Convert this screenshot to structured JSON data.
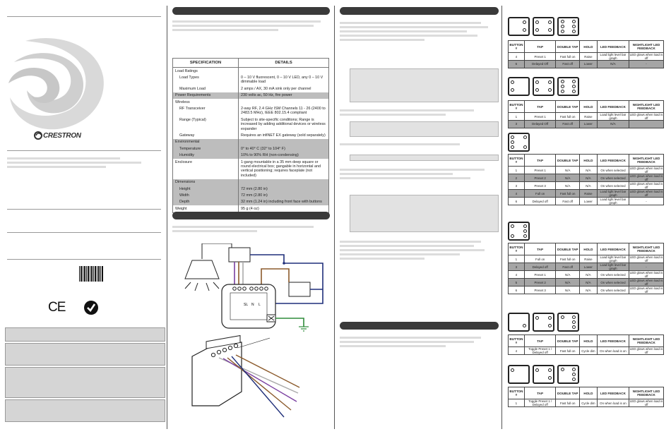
{
  "brand": {
    "name": "CRESTRON"
  },
  "certifications": {
    "ce_mark": "CE"
  },
  "spec_table": {
    "headers": [
      "SPECIFICATION",
      "DETAILS"
    ],
    "rows": [
      {
        "spec": "Load Ratings",
        "details": "",
        "shaded": false,
        "indent": false
      },
      {
        "spec": "Load Types",
        "details": "0 – 10 V fluorescent, 0 – 10 V LED, any 0 – 10 V dimmable load",
        "shaded": false,
        "indent": true
      },
      {
        "spec": "Maximum Load",
        "details": "2 amps / AX, 30 mA sink only per channel",
        "shaded": false,
        "indent": true
      },
      {
        "spec": "Power Requirements",
        "details": "230 volts ac, 50 Hz, fire power",
        "shaded": true,
        "indent": false
      },
      {
        "spec": "Wireless",
        "details": "",
        "shaded": false,
        "indent": false
      },
      {
        "spec": "RF Transceiver",
        "details": "2-way RF, 2.4 GHz ISM Channels 11 - 26 (2400 to 2483.5 MHz), IEEE 802.15.4 compliant",
        "shaded": false,
        "indent": true
      },
      {
        "spec": "Range (Typical)",
        "details": "Subject to site-specific conditions; Range is increased by adding additional devices or wireless expander",
        "shaded": false,
        "indent": true
      },
      {
        "spec": "Gateway",
        "details": "Requires an infiNET EX gateway (sold separately)",
        "shaded": false,
        "indent": true
      },
      {
        "spec": "Environmental",
        "details": "",
        "shaded": true,
        "indent": false
      },
      {
        "spec": "Temperature",
        "details": "0° to 40° C (32° to 104° F)",
        "shaded": true,
        "indent": true
      },
      {
        "spec": "Humidity",
        "details": "10% to 90% RH (non-condensing)",
        "shaded": true,
        "indent": true
      },
      {
        "spec": "Enclosure",
        "details": "1-gang mountable in a 35 mm deep square or round electrical box; gangable in horizontal and vertical positioning; requires faceplate (not included)",
        "shaded": false,
        "indent": false
      },
      {
        "spec": "Dimensions",
        "details": "",
        "shaded": true,
        "indent": false
      },
      {
        "spec": "Height",
        "details": "72 mm (2.80 in)",
        "shaded": true,
        "indent": true
      },
      {
        "spec": "Width",
        "details": "72 mm (2.80 in)",
        "shaded": true,
        "indent": true
      },
      {
        "spec": "Depth",
        "details": "32 mm (1.24 in) including front face with buttons",
        "shaded": true,
        "indent": true
      },
      {
        "spec": "Weight",
        "details": "95 g (4 oz)",
        "shaded": false,
        "indent": false
      }
    ]
  },
  "wiring": {
    "terminal_labels": [
      "SL",
      "N",
      "L"
    ]
  },
  "button_headers": [
    "BUTTON #",
    "TAP",
    "DOUBLE TAP",
    "HOLD",
    "LED FEEDBACK",
    "NIGHTLIGHT LED FEEDBACK"
  ],
  "button_tables": [
    {
      "rows": [
        {
          "cells": [
            "4",
            "Preset 1",
            "Fast full on",
            "Raise",
            "Load light level bar graph",
            "LED glows when load is off"
          ],
          "shaded": false
        },
        {
          "cells": [
            "6",
            "Delayed Off",
            "Fast off",
            "Lower",
            "N/A",
            "-"
          ],
          "shaded": true
        }
      ]
    },
    {
      "rows": [
        {
          "cells": [
            "1",
            "Preset 1",
            "Fast full on",
            "Raise",
            "Load light level bar graph",
            "LED glows when load is off"
          ],
          "shaded": false
        },
        {
          "cells": [
            "3",
            "Delayed Off",
            "Fast off",
            "Lower",
            "N/A",
            ""
          ],
          "shaded": true
        }
      ]
    },
    {
      "rows": [
        {
          "cells": [
            "1",
            "Preset 1",
            "N/A",
            "N/A",
            "On when selected",
            "LED glows when load is off"
          ],
          "shaded": false
        },
        {
          "cells": [
            "2",
            "Preset 2",
            "N/A",
            "N/A",
            "On when selected",
            "LED glows when load is off"
          ],
          "shaded": true
        },
        {
          "cells": [
            "3",
            "Preset 3",
            "N/A",
            "N/A",
            "On when selected",
            "LED glows when load is off"
          ],
          "shaded": false
        },
        {
          "cells": [
            "4",
            "Full on",
            "Fast full on",
            "Raise",
            "Load light level bar graph",
            "LED glows when load is off"
          ],
          "shaded": true
        },
        {
          "cells": [
            "6",
            "Delayed off",
            "Fast off",
            "Lower",
            "Load light level bar graph",
            "-"
          ],
          "shaded": false
        }
      ]
    },
    {
      "rows": [
        {
          "cells": [
            "1",
            "Full on",
            "Fast full on",
            "Raise",
            "Load light level bar graph",
            "LED glows when load is off"
          ],
          "shaded": false
        },
        {
          "cells": [
            "3",
            "Delayed off",
            "Fast off",
            "Lower",
            "Load light level bar graph",
            "-"
          ],
          "shaded": true
        },
        {
          "cells": [
            "4",
            "Preset 1",
            "N/A",
            "N/A",
            "On when selected",
            "LED glows when load is off"
          ],
          "shaded": false
        },
        {
          "cells": [
            "5",
            "Preset 2",
            "N/A",
            "N/A",
            "On when selected",
            "LED glows when load is off"
          ],
          "shaded": true
        },
        {
          "cells": [
            "6",
            "Preset 3",
            "N/A",
            "N/A",
            "On when selected",
            "LED glows when load is off"
          ],
          "shaded": false
        }
      ]
    },
    {
      "rows": [
        {
          "cells": [
            "4",
            "Toggle Preset 1 / Delayed off",
            "Fast full on",
            "Cycle dim",
            "On when load is on",
            "LED glows when load is off"
          ],
          "shaded": false
        }
      ]
    },
    {
      "rows": [
        {
          "cells": [
            "1",
            "Toggle Preset 1 / Delayed off",
            "Fast full on",
            "Cycle dim",
            "On when load is on",
            "LED glows when load is off"
          ],
          "shaded": false
        }
      ]
    }
  ]
}
